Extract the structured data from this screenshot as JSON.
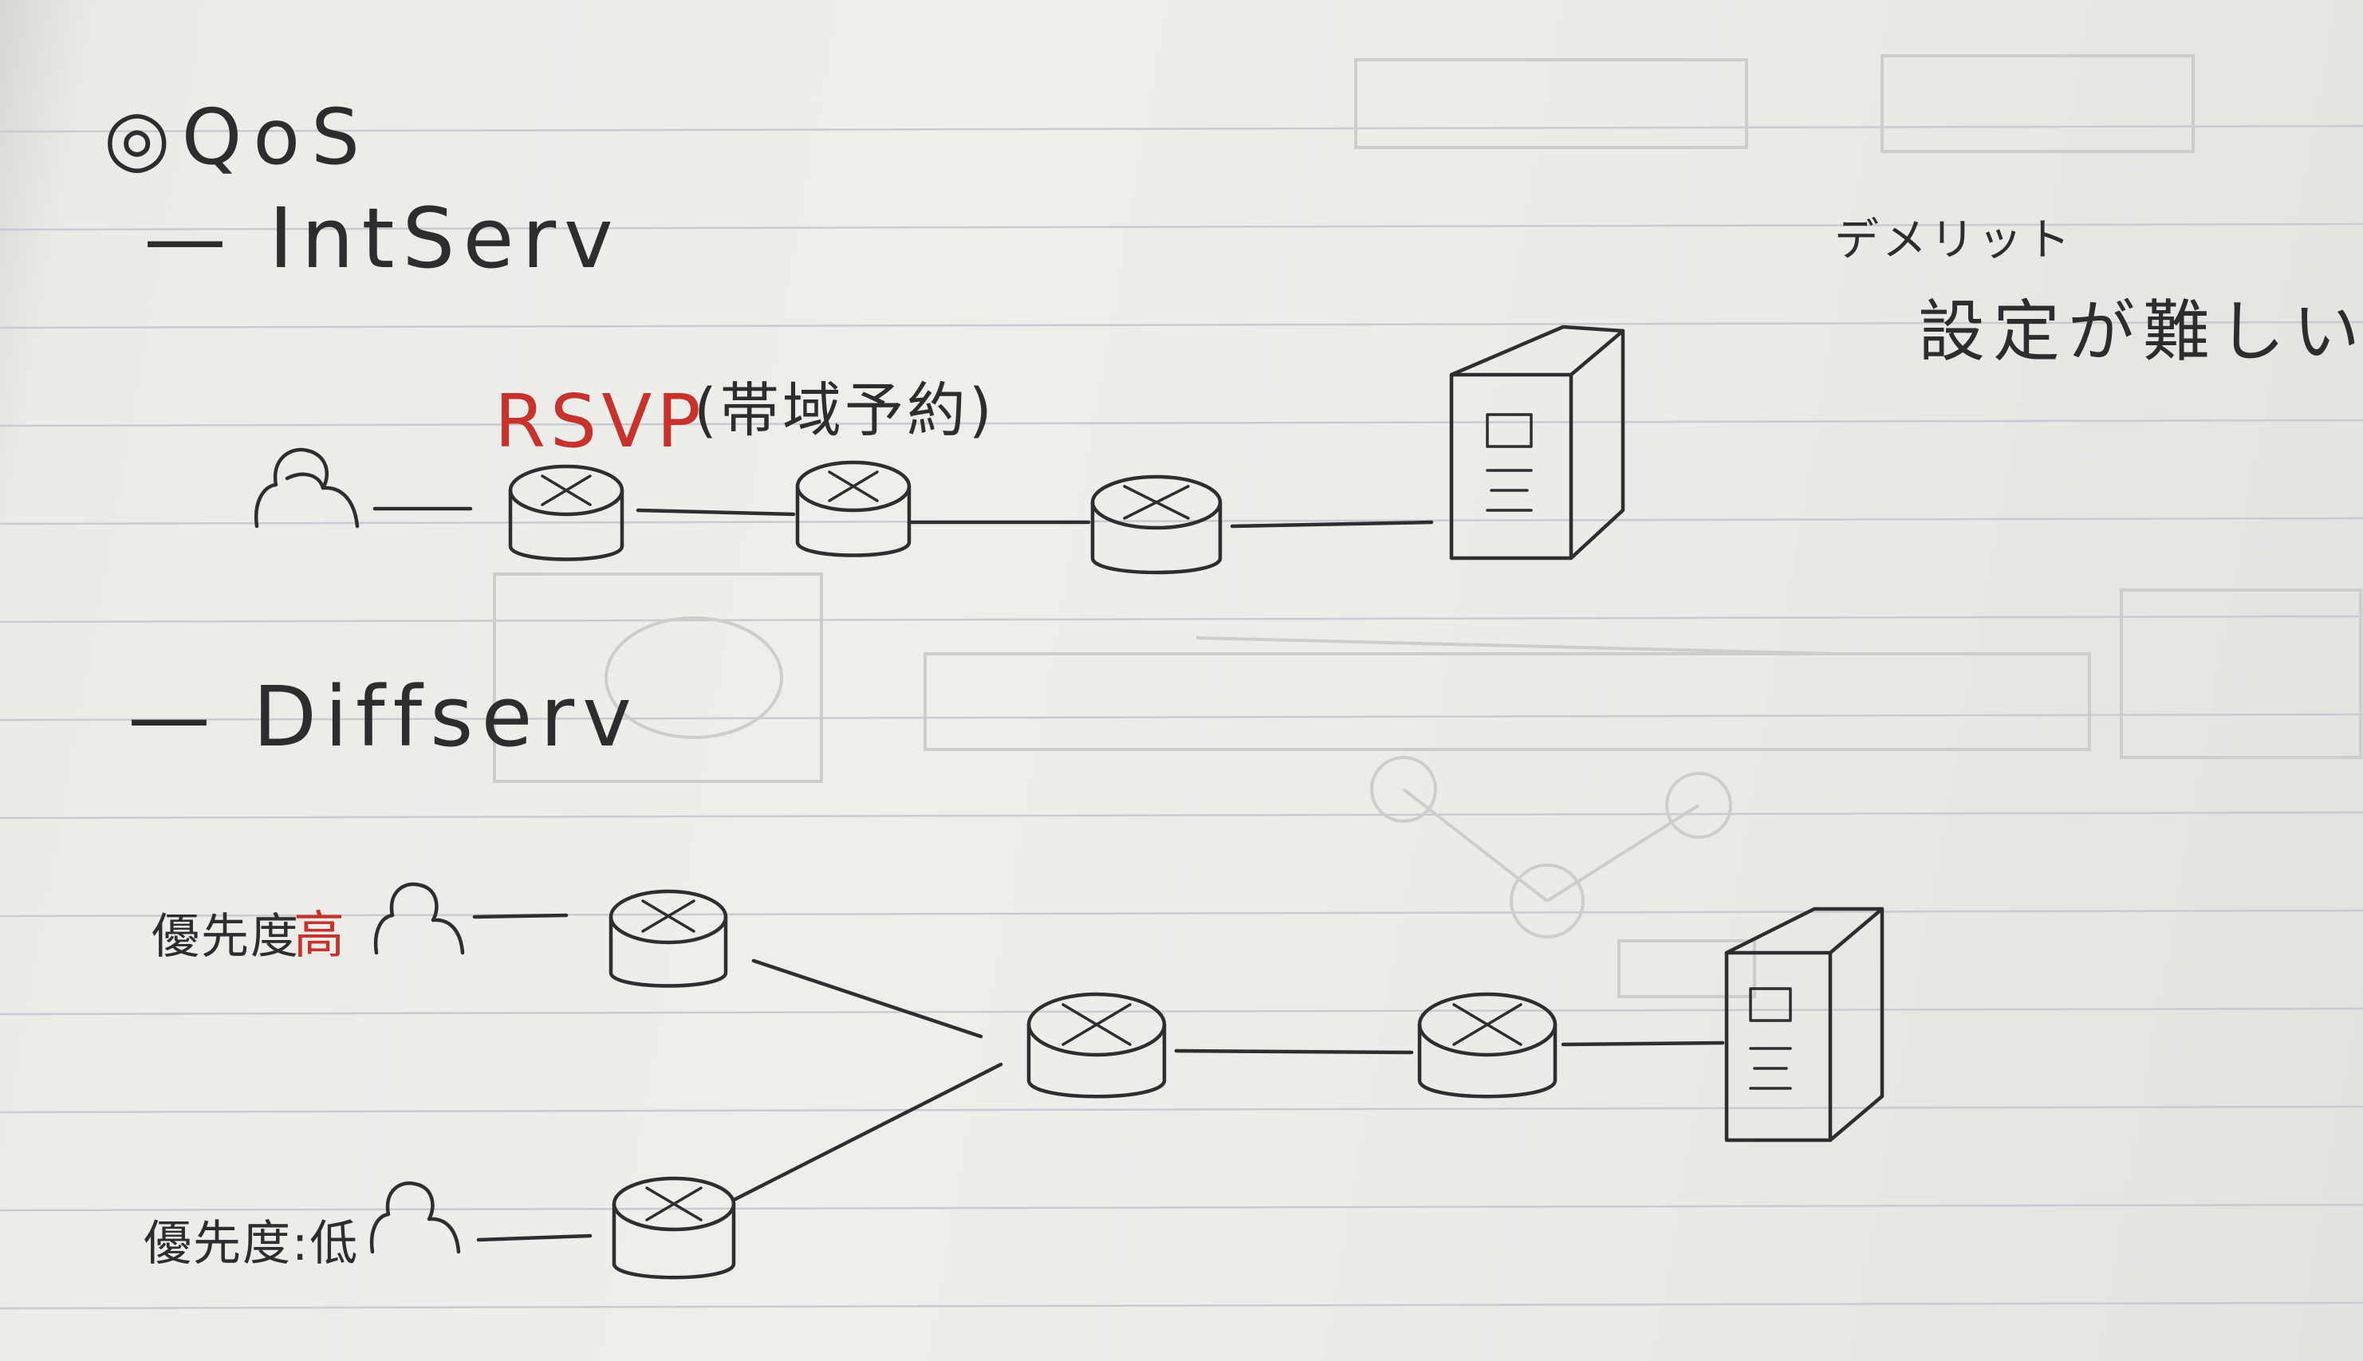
{
  "sections": {
    "title": "◎QoS",
    "intserv_heading": "— IntServ",
    "diffserv_heading": "— Diffserv"
  },
  "intserv": {
    "protocol": "RSVP",
    "protocol_note": "(帯域予約)",
    "demerit_label": "デメリット",
    "demerit_text": "設定が難しい"
  },
  "diffserv": {
    "priority_high_prefix": "優先度",
    "priority_high_level": "高",
    "priority_low": "優先度:低"
  },
  "colors": {
    "ink": "#2f2d30",
    "accent_red": "#c8322c",
    "paper": "#eeede9",
    "rule_line": "#c9cbd2"
  },
  "icons": [
    "user-icon",
    "router-icon",
    "server-icon"
  ]
}
